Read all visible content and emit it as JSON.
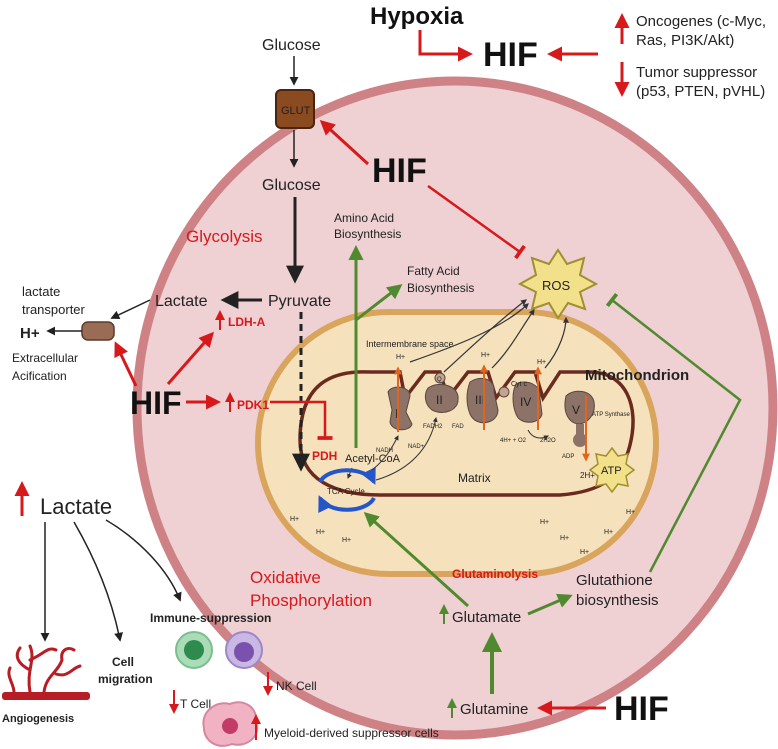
{
  "top": {
    "hypoxia": "Hypoxia",
    "hif": "HIF",
    "oncogenes_line1": "Oncogenes (c-Myc,",
    "oncogenes_line2": "Ras, PI3K/Akt)",
    "suppressor_line1": "Tumor suppressor",
    "suppressor_line2": "(p53, PTEN, pVHL)"
  },
  "glucose_outside": "Glucose",
  "glut": "GLUT",
  "glucose_inside": "Glucose",
  "hif_center": "HIF",
  "glycolysis": "Glycolysis",
  "amino_acid_line1": "Amino Acid",
  "amino_acid_line2": "Biosynthesis",
  "fatty_acid_line1": "Fatty Acid",
  "fatty_acid_line2": "Biosynthesis",
  "ros": "ROS",
  "lactate": "Lactate",
  "pyruvate": "Pyruvate",
  "ldha": "LDH-A",
  "transporter_line1": "lactate",
  "transporter_line2": "transporter",
  "h_plus": "H+",
  "acidification_line1": "Extracellular",
  "acidification_line2": "Acification",
  "hif_left": "HIF",
  "pdk1": "PDK1",
  "pdh": "PDH",
  "mito": {
    "title": "Mitochondrion",
    "intermembrane": "Intermembrane space",
    "matrix": "Matrix",
    "acetyl_coa": "Acetyl-CoA",
    "tca": "TCA Cycle",
    "complexes": [
      "I",
      "II",
      "III",
      "IV",
      "V"
    ],
    "q": "Q",
    "cytc": "Cyt c",
    "atp_synthase": "ATP Synthase",
    "nadh": "NADH",
    "nad": "NAD+",
    "fadh2": "FADH2",
    "fad": "FAD",
    "o2": "4H+ + O2",
    "h2o": "2H2O",
    "adp": "ADP",
    "atp": "ATP",
    "two_h": "2H+",
    "hplus": "H+"
  },
  "oxphos_line1": "Oxidative",
  "oxphos_line2": "Phosphorylation",
  "glutaminolysis": "Glutaminolysis",
  "glutamate": "Glutamate",
  "glutathione_line1": "Glutathione",
  "glutathione_line2": "biosynthesis",
  "glutamine": "Glutamine",
  "hif_bottom": "HIF",
  "lactate_bottom": "Lactate",
  "angiogenesis": "Angiogenesis",
  "cell_migration_line1": "Cell",
  "cell_migration_line2": "migration",
  "immune_suppression": "Immune-suppression",
  "t_cell": "T Cell",
  "nk_cell": "NK Cell",
  "mdsc": "Myeloid-derived suppressor cells",
  "colors": {
    "red": "#d7191c",
    "green": "#4f8a2e",
    "cell_fill": "#efd0d3",
    "cell_border": "#cf8286",
    "mito_fill": "#f6e1bd",
    "mito_border": "#d9a45b",
    "inner_membrane": "#6b2a1e",
    "glut": "#8a4b20",
    "ros_fill": "#f3e08a",
    "protein": "#8d7268"
  }
}
